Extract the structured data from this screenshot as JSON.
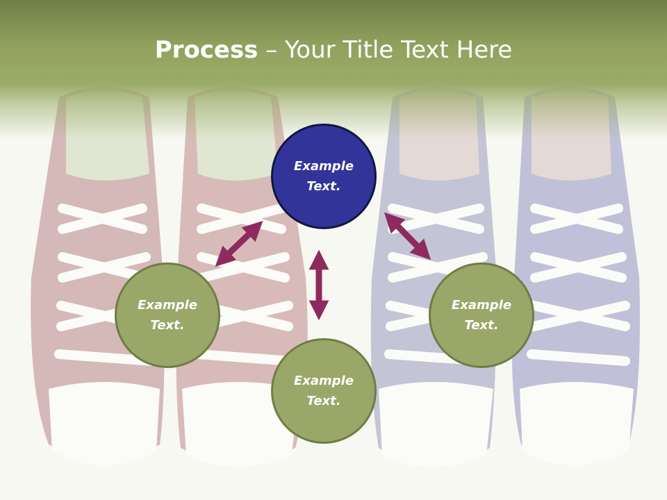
{
  "title": {
    "bold": "Process",
    "rest": " – Your Title Text Here"
  },
  "colors": {
    "header": "#93a35f",
    "node_green": "#9aa769",
    "node_green_border": "#6e7d45",
    "node_blue": "#33349a",
    "node_blue_border": "#101641",
    "arrow": "#8e2a5e"
  },
  "nodes": {
    "top": {
      "line1": "Example",
      "line2": "Text."
    },
    "left": {
      "line1": "Example",
      "line2": "Text."
    },
    "right": {
      "line1": "Example",
      "line2": "Text."
    },
    "bottom": {
      "line1": "Example",
      "line2": "Text."
    }
  }
}
